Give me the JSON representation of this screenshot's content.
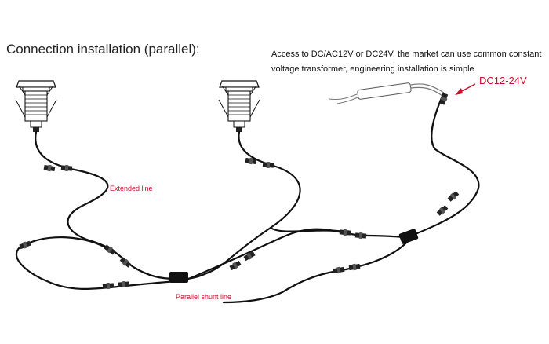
{
  "title": "Connection installation (parallel):",
  "note": {
    "line1": "Access to DC/AC12V or DC24V, the market can use common constant",
    "line2": "voltage transformer, engineering installation is simple"
  },
  "labels": {
    "power": "DC12-24V",
    "extended": "Extended line",
    "shunt": "Parallel shunt line"
  },
  "colors": {
    "cable": "#111111",
    "accent": "#c8102e"
  }
}
